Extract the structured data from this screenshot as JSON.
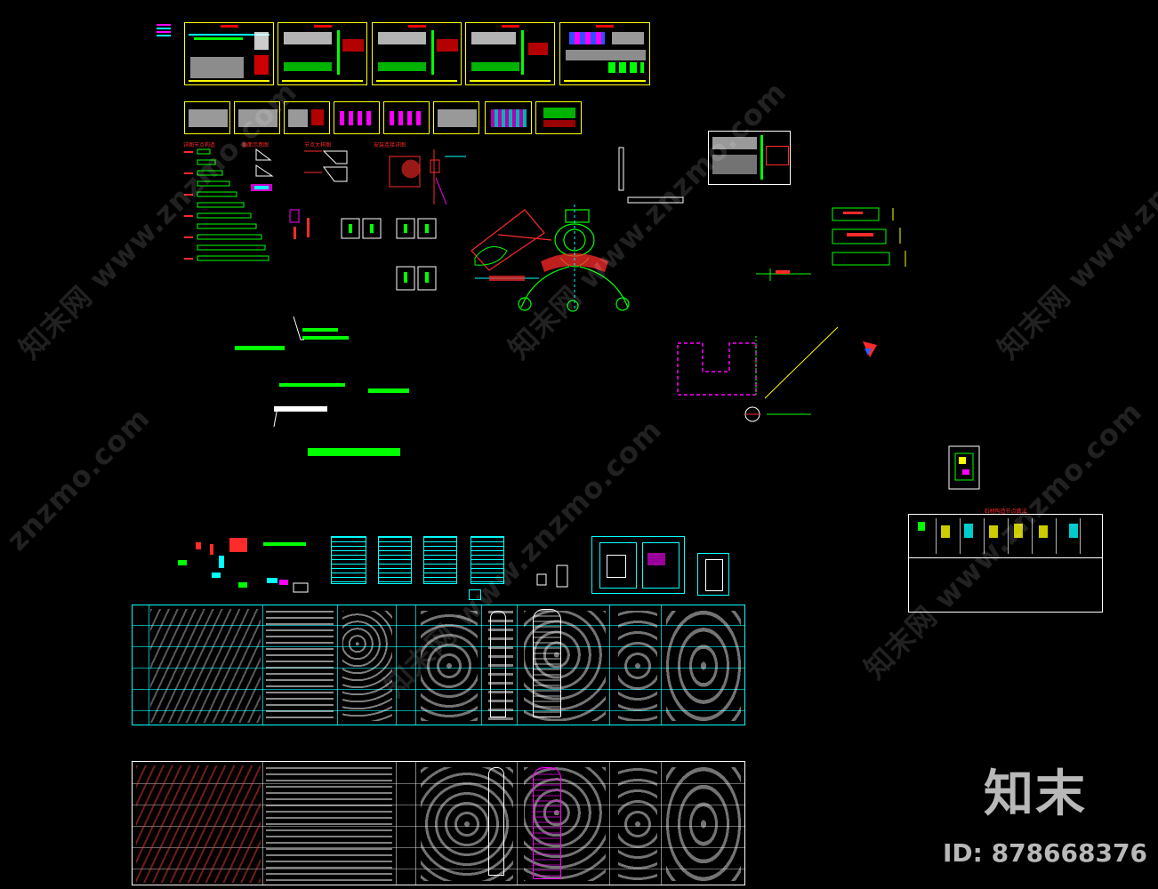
{
  "labels": {
    "detail_1": "详图节点构造",
    "detail_2": "截面示意图",
    "detail_3": "节点大样图",
    "detail_4": "安装连接详图",
    "panel_title": "石材构造节点做法"
  },
  "watermarks": {
    "site_line": "知末网 www.znzmo.com",
    "site_short": "znzmo.com"
  },
  "brand": {
    "logo_text": "知末",
    "id_text": "ID: 878668376"
  },
  "colors": {
    "background": "#000000",
    "frame": "#ffff00",
    "cyan": "#00ffff",
    "green": "#00ff00",
    "red": "#ff0000",
    "magenta": "#ff00ff"
  }
}
